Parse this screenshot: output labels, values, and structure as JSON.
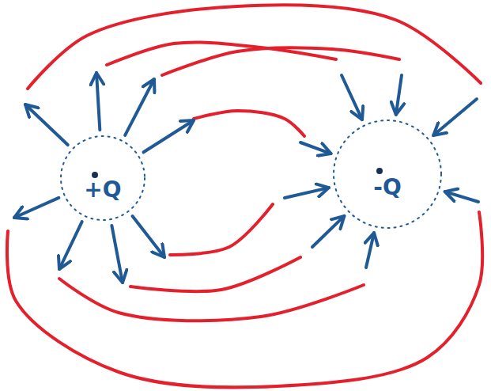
{
  "diagram": {
    "nodes": [
      {
        "text": [
          "+Q"
        ]
      },
      {
        "text": [
          "-Q"
        ]
      }
    ],
    "edges": [
      {
        "from": 0,
        "to": 1,
        "arrow": "to"
      },
      {
        "from": 0,
        "to": 1,
        "arrow": "to"
      },
      {
        "from": 0,
        "to": 1,
        "arrow": "to"
      },
      {
        "from": 0,
        "to": 1,
        "arrow": "to"
      },
      {
        "from": 0,
        "to": 1,
        "arrow": "to"
      },
      {
        "from": 0,
        "to": 1,
        "arrow": "to"
      },
      {
        "from": 0,
        "to": 1,
        "arrow": "to"
      },
      {
        "from": 0,
        "to": 1,
        "arrow": "to"
      }
    ]
  }
}
